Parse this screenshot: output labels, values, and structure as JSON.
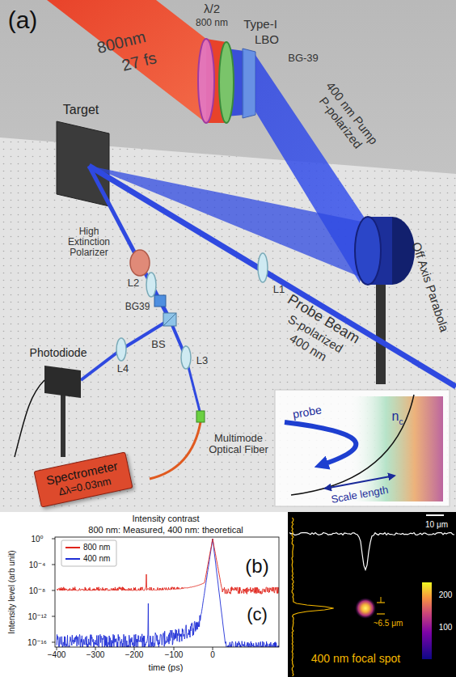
{
  "diagram": {
    "nodes": [
      {
        "text": [
          "Spectrometer",
          "Δλ=0.03nm"
        ]
      }
    ],
    "labels": [
      "(a)",
      "800nm",
      "27 fs",
      "λ/2",
      "800 nm",
      "Type-I",
      "LBO",
      "BG-39",
      "400 nm Pump",
      "P-polarized",
      "Target",
      "Off Axis Parabola",
      "High Extinction Polarizer",
      "L2",
      "L1",
      "BG39",
      "BS",
      "Photodiode",
      "L4",
      "L3",
      "Probe Beam",
      "S-polarized",
      "400 nm",
      "Multimode Optical Fiber",
      "probe",
      "n",
      "c",
      "Scale length",
      "(b)",
      "Intensity contrast",
      "800 nm: Measured, 400 nm: theoretical",
      "10⁰",
      "10⁻⁴",
      "10⁻⁸",
      "10⁻¹²",
      "10⁻¹⁶",
      "Intensity level (arb unit)",
      "−400",
      "−300",
      "−200",
      "−100",
      "0",
      "time (ps)",
      "(c)",
      "10 μm",
      "~6.5 μm",
      "400 nm focal spot",
      "200",
      "100"
    ],
    "legend": [
      {
        "text": "800 nm"
      },
      {
        "text": "400 nm"
      }
    ]
  }
}
